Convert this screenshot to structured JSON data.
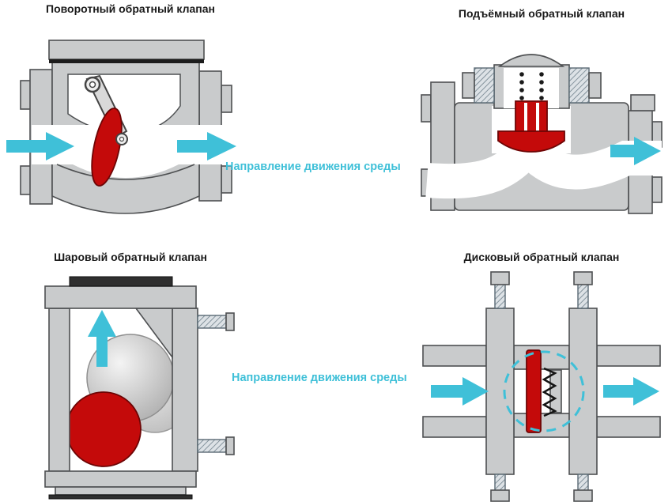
{
  "colors": {
    "body_gray": "#c9cbcc",
    "light_gray": "#e2e4e5",
    "dark_gray": "#2f2f2f",
    "outline": "#4e5052",
    "red": "#c40a0a",
    "red_dark": "#6d0505",
    "cyan": "#3fc0d8",
    "title_color": "#1a1a1a"
  },
  "panels": [
    {
      "title": "Поворотный обратный клапан"
    },
    {
      "title": "Подъёмный обратный клапан"
    },
    {
      "title": "Шаровый обратный клапан"
    },
    {
      "title": "Дисковый обратный клапан"
    }
  ],
  "flow_labels": {
    "top": "Направление движения среды",
    "bottom": "Направление движения среды"
  }
}
